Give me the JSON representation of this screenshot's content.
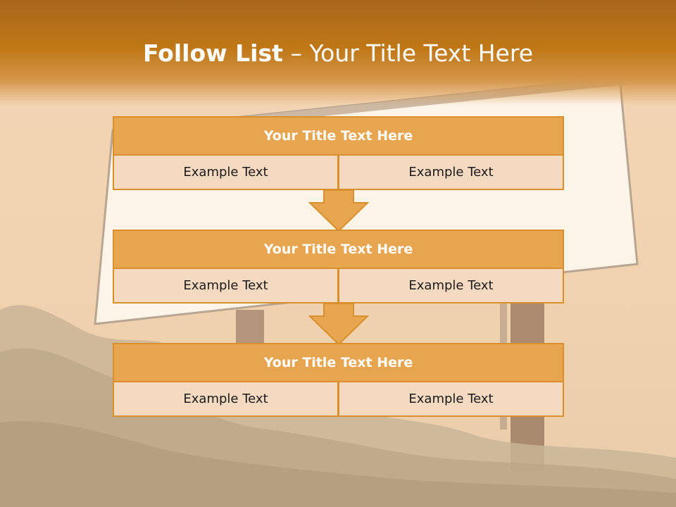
{
  "header": {
    "title_bold": "Follow List",
    "title_rest": "– Your Title Text Here"
  },
  "blocks": [
    {
      "title": "Your Title Text Here",
      "cells": [
        "Example Text",
        "Example Text"
      ]
    },
    {
      "title": "Your Title Text Here",
      "cells": [
        "Example Text",
        "Example Text"
      ]
    },
    {
      "title": "Your Title Text Here",
      "cells": [
        "Example Text",
        "Example Text"
      ]
    }
  ],
  "colors": {
    "header": "#bf7716",
    "block_title": "#e8a54f",
    "block_cell": "#f5d9c0",
    "border": "#d98f2c",
    "arrow": "#e8a54f"
  }
}
